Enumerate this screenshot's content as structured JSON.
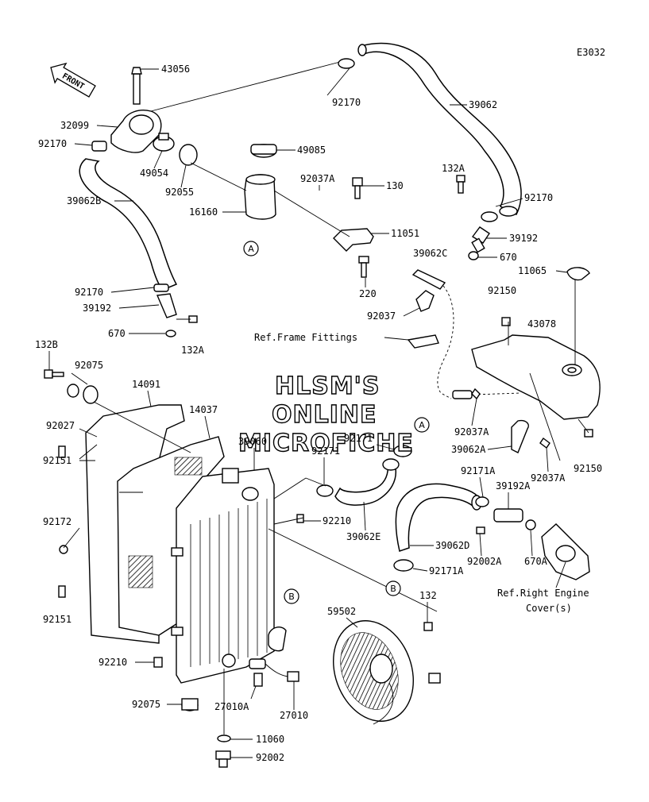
{
  "diagram_code": "E3032",
  "front_arrow": "FRONT",
  "watermark": {
    "line1": "HLSM'S",
    "line2": "ONLINE",
    "line3": "MICROFICHE"
  },
  "circle_markers": [
    "A",
    "A",
    "B",
    "B"
  ],
  "refs": {
    "frame_fittings": "Ref.Frame Fittings",
    "engine_cover_1": "Ref.Right Engine",
    "engine_cover_2": "Cover(s)"
  },
  "parts": [
    "43056",
    "32099",
    "92170",
    "49054",
    "92055",
    "92170",
    "39062",
    "49085",
    "92037A",
    "130",
    "16160",
    "11051",
    "39062B",
    "220",
    "132A",
    "92170",
    "39192",
    "670",
    "39062C",
    "92170",
    "39192",
    "670",
    "132A",
    "11065",
    "92150",
    "43078",
    "92037",
    "132B",
    "92075",
    "14091",
    "14037",
    "92027",
    "39060",
    "92171",
    "92171",
    "92151",
    "92037A",
    "39062A",
    "92037A",
    "92150",
    "92171A",
    "39192A",
    "92172",
    "92210",
    "39062E",
    "39062D",
    "92002A",
    "670A",
    "92171A",
    "92151",
    "132",
    "59502",
    "92210",
    "92075",
    "27010A",
    "27010",
    "11060",
    "92002"
  ]
}
